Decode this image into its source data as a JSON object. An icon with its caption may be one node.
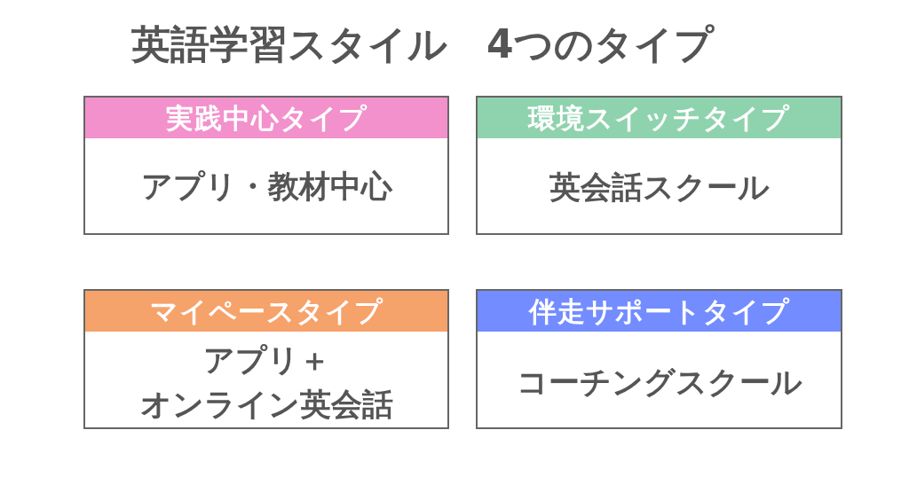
{
  "diagram": {
    "title": "英語学習スタイル　4つのタイプ",
    "nodes": [
      {
        "text": [
          "実践中心タイプ",
          "アプリ・教材中心"
        ]
      },
      {
        "text": [
          "環境スイッチタイプ",
          "英会話スクール"
        ]
      },
      {
        "text": [
          "マイペースタイプ",
          "アプリ＋オンライン英会話"
        ]
      },
      {
        "text": [
          "伴走サポートタイプ",
          "コーチングスクール"
        ]
      }
    ]
  }
}
